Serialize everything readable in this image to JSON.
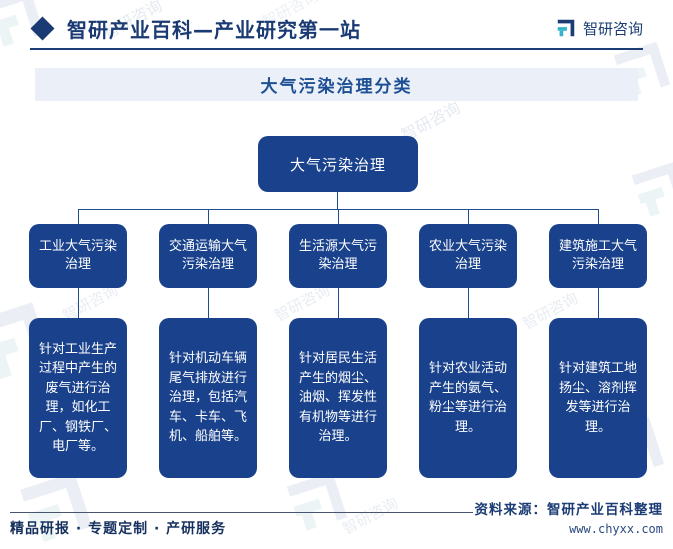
{
  "header": {
    "site_title": "智研产业百科—产业研究第一站",
    "logo_text": "智研咨询"
  },
  "title_bar": {
    "text": "大气污染治理分类"
  },
  "chart": {
    "root": "大气污染治理",
    "branches": [
      {
        "label": "工业大气污染治理",
        "desc": "针对工业生产过程中产生的废气进行治理，如化工厂、钢铁厂、电厂等。"
      },
      {
        "label": "交通运输大气污染治理",
        "desc": "针对机动车辆尾气排放进行治理，包括汽车、卡车、飞机、船舶等。"
      },
      {
        "label": "生活源大气污染治理",
        "desc": "针对居民生活产生的烟尘、油烟、挥发性有机物等进行治理。"
      },
      {
        "label": "农业大气污染治理",
        "desc": "针对农业活动产生的氨气、粉尘等进行治理。"
      },
      {
        "label": "建筑施工大气污染治理",
        "desc": "针对建筑工地扬尘、溶剂挥发等进行治理。"
      }
    ]
  },
  "footer": {
    "left": "精品研报 · 专题定制 · 产研服务",
    "source": "资料来源：智研产业百科整理",
    "website": "www.chyxx.com"
  },
  "watermark": {
    "text": "智研咨询"
  },
  "colors": {
    "box_fill": "#1a428c",
    "navy": "#1b3c74",
    "title_bar_bg": "#eaeff8",
    "teal": "#35b4c9",
    "watermark": "#a8bad1"
  }
}
